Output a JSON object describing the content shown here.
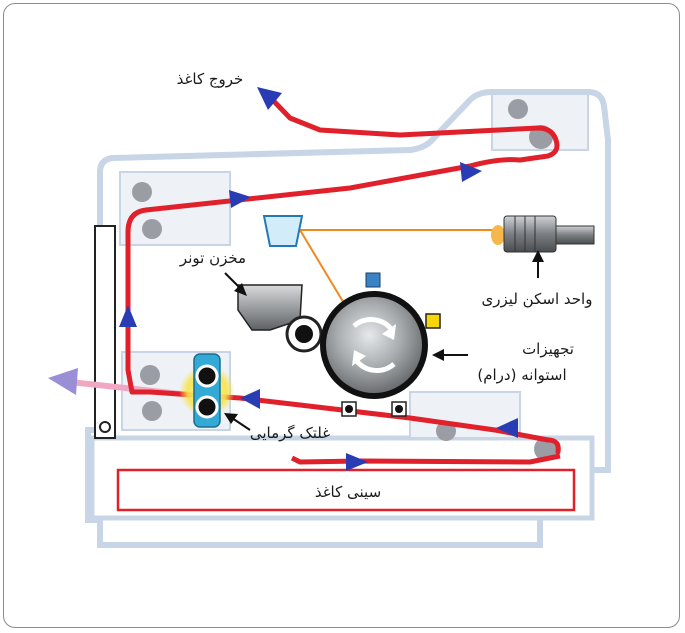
{
  "labels": {
    "paper_exit": "خروج کاغذ",
    "toner_hopper": "مخزن تونر",
    "laser_scanner": "واحد اسکن لیزری",
    "drum_line1": "تجهیزات",
    "drum_line2": "استوانه (درام)",
    "fuser": "غلتک گرمایی",
    "paper_tray": "سینی کاغذ"
  },
  "colors": {
    "paper_path": "#e0202a",
    "arrow": "#2a3cb4",
    "laser_beam": "#f08a1c",
    "printer_body": "#dfe8f2",
    "printer_outline": "#c7d5e6",
    "roller": "#9a9ea4",
    "drum": "#8f9396",
    "fuser_glow": "#f7e34a",
    "fuser_frame": "#33a9d6",
    "toner_cartridge": "#3b82c4",
    "label_text": "#1a1a1a"
  }
}
